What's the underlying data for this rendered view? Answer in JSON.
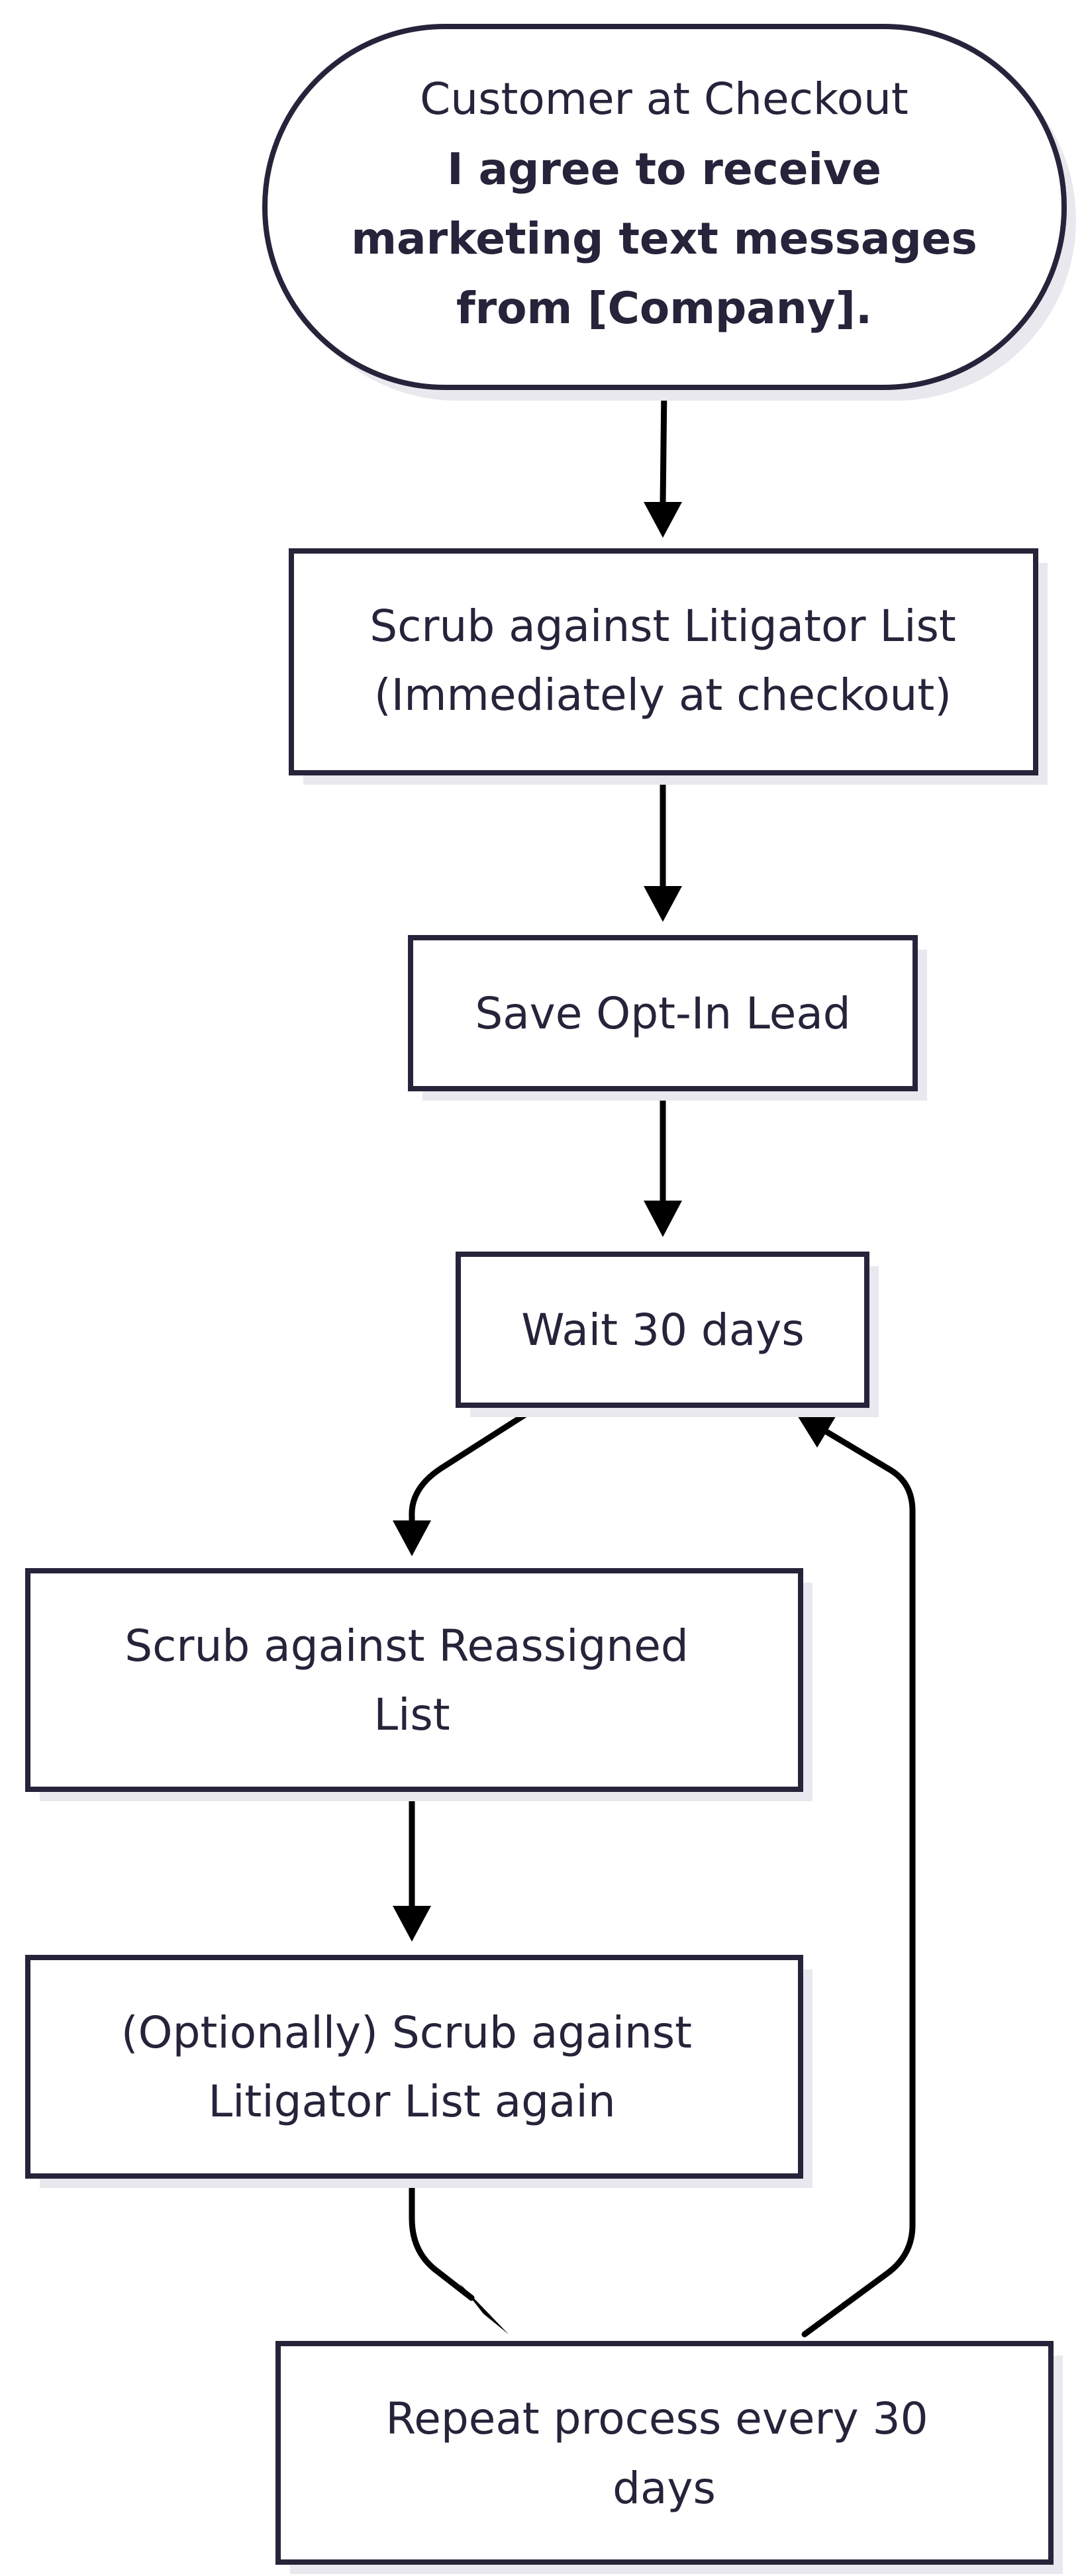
{
  "diagram": {
    "type": "flowchart",
    "colors": {
      "stroke": "#26233a",
      "text": "#26233a",
      "shadow": "#e9e8ee",
      "edge": "#000000",
      "fill": "#ffffff"
    },
    "nodes": [
      {
        "id": "start",
        "shape": "stadium",
        "lines": [
          {
            "text": "Customer at Checkout",
            "bold": false
          },
          {
            "text": "I agree to receive",
            "bold": true
          },
          {
            "text": "marketing text messages",
            "bold": true
          },
          {
            "text": "from [Company].",
            "bold": true
          }
        ]
      },
      {
        "id": "scrub-litigator",
        "shape": "rect",
        "lines": [
          {
            "text": "Scrub against Litigator List",
            "bold": false
          },
          {
            "text": "(Immediately at checkout)",
            "bold": false
          }
        ]
      },
      {
        "id": "save-lead",
        "shape": "rect",
        "lines": [
          {
            "text": "Save Opt-In Lead",
            "bold": false
          }
        ]
      },
      {
        "id": "wait",
        "shape": "rect",
        "lines": [
          {
            "text": "Wait 30 days",
            "bold": false
          }
        ]
      },
      {
        "id": "scrub-reassigned",
        "shape": "rect",
        "lines": [
          {
            "text": "Scrub against Reassigned",
            "bold": false
          },
          {
            "text": "List",
            "bold": false
          }
        ]
      },
      {
        "id": "scrub-litigator-again",
        "shape": "rect",
        "lines": [
          {
            "text": "(Optionally) Scrub against",
            "bold": false
          },
          {
            "text": "Litigator List again",
            "bold": false
          }
        ]
      },
      {
        "id": "repeat",
        "shape": "rect",
        "lines": [
          {
            "text": "Repeat process every 30",
            "bold": false
          },
          {
            "text": "days",
            "bold": false
          }
        ]
      }
    ],
    "edges": [
      {
        "from": "start",
        "to": "scrub-litigator"
      },
      {
        "from": "scrub-litigator",
        "to": "save-lead"
      },
      {
        "from": "save-lead",
        "to": "wait"
      },
      {
        "from": "wait",
        "to": "scrub-reassigned"
      },
      {
        "from": "scrub-reassigned",
        "to": "scrub-litigator-again"
      },
      {
        "from": "scrub-litigator-again",
        "to": "repeat"
      },
      {
        "from": "repeat",
        "to": "wait"
      }
    ]
  }
}
